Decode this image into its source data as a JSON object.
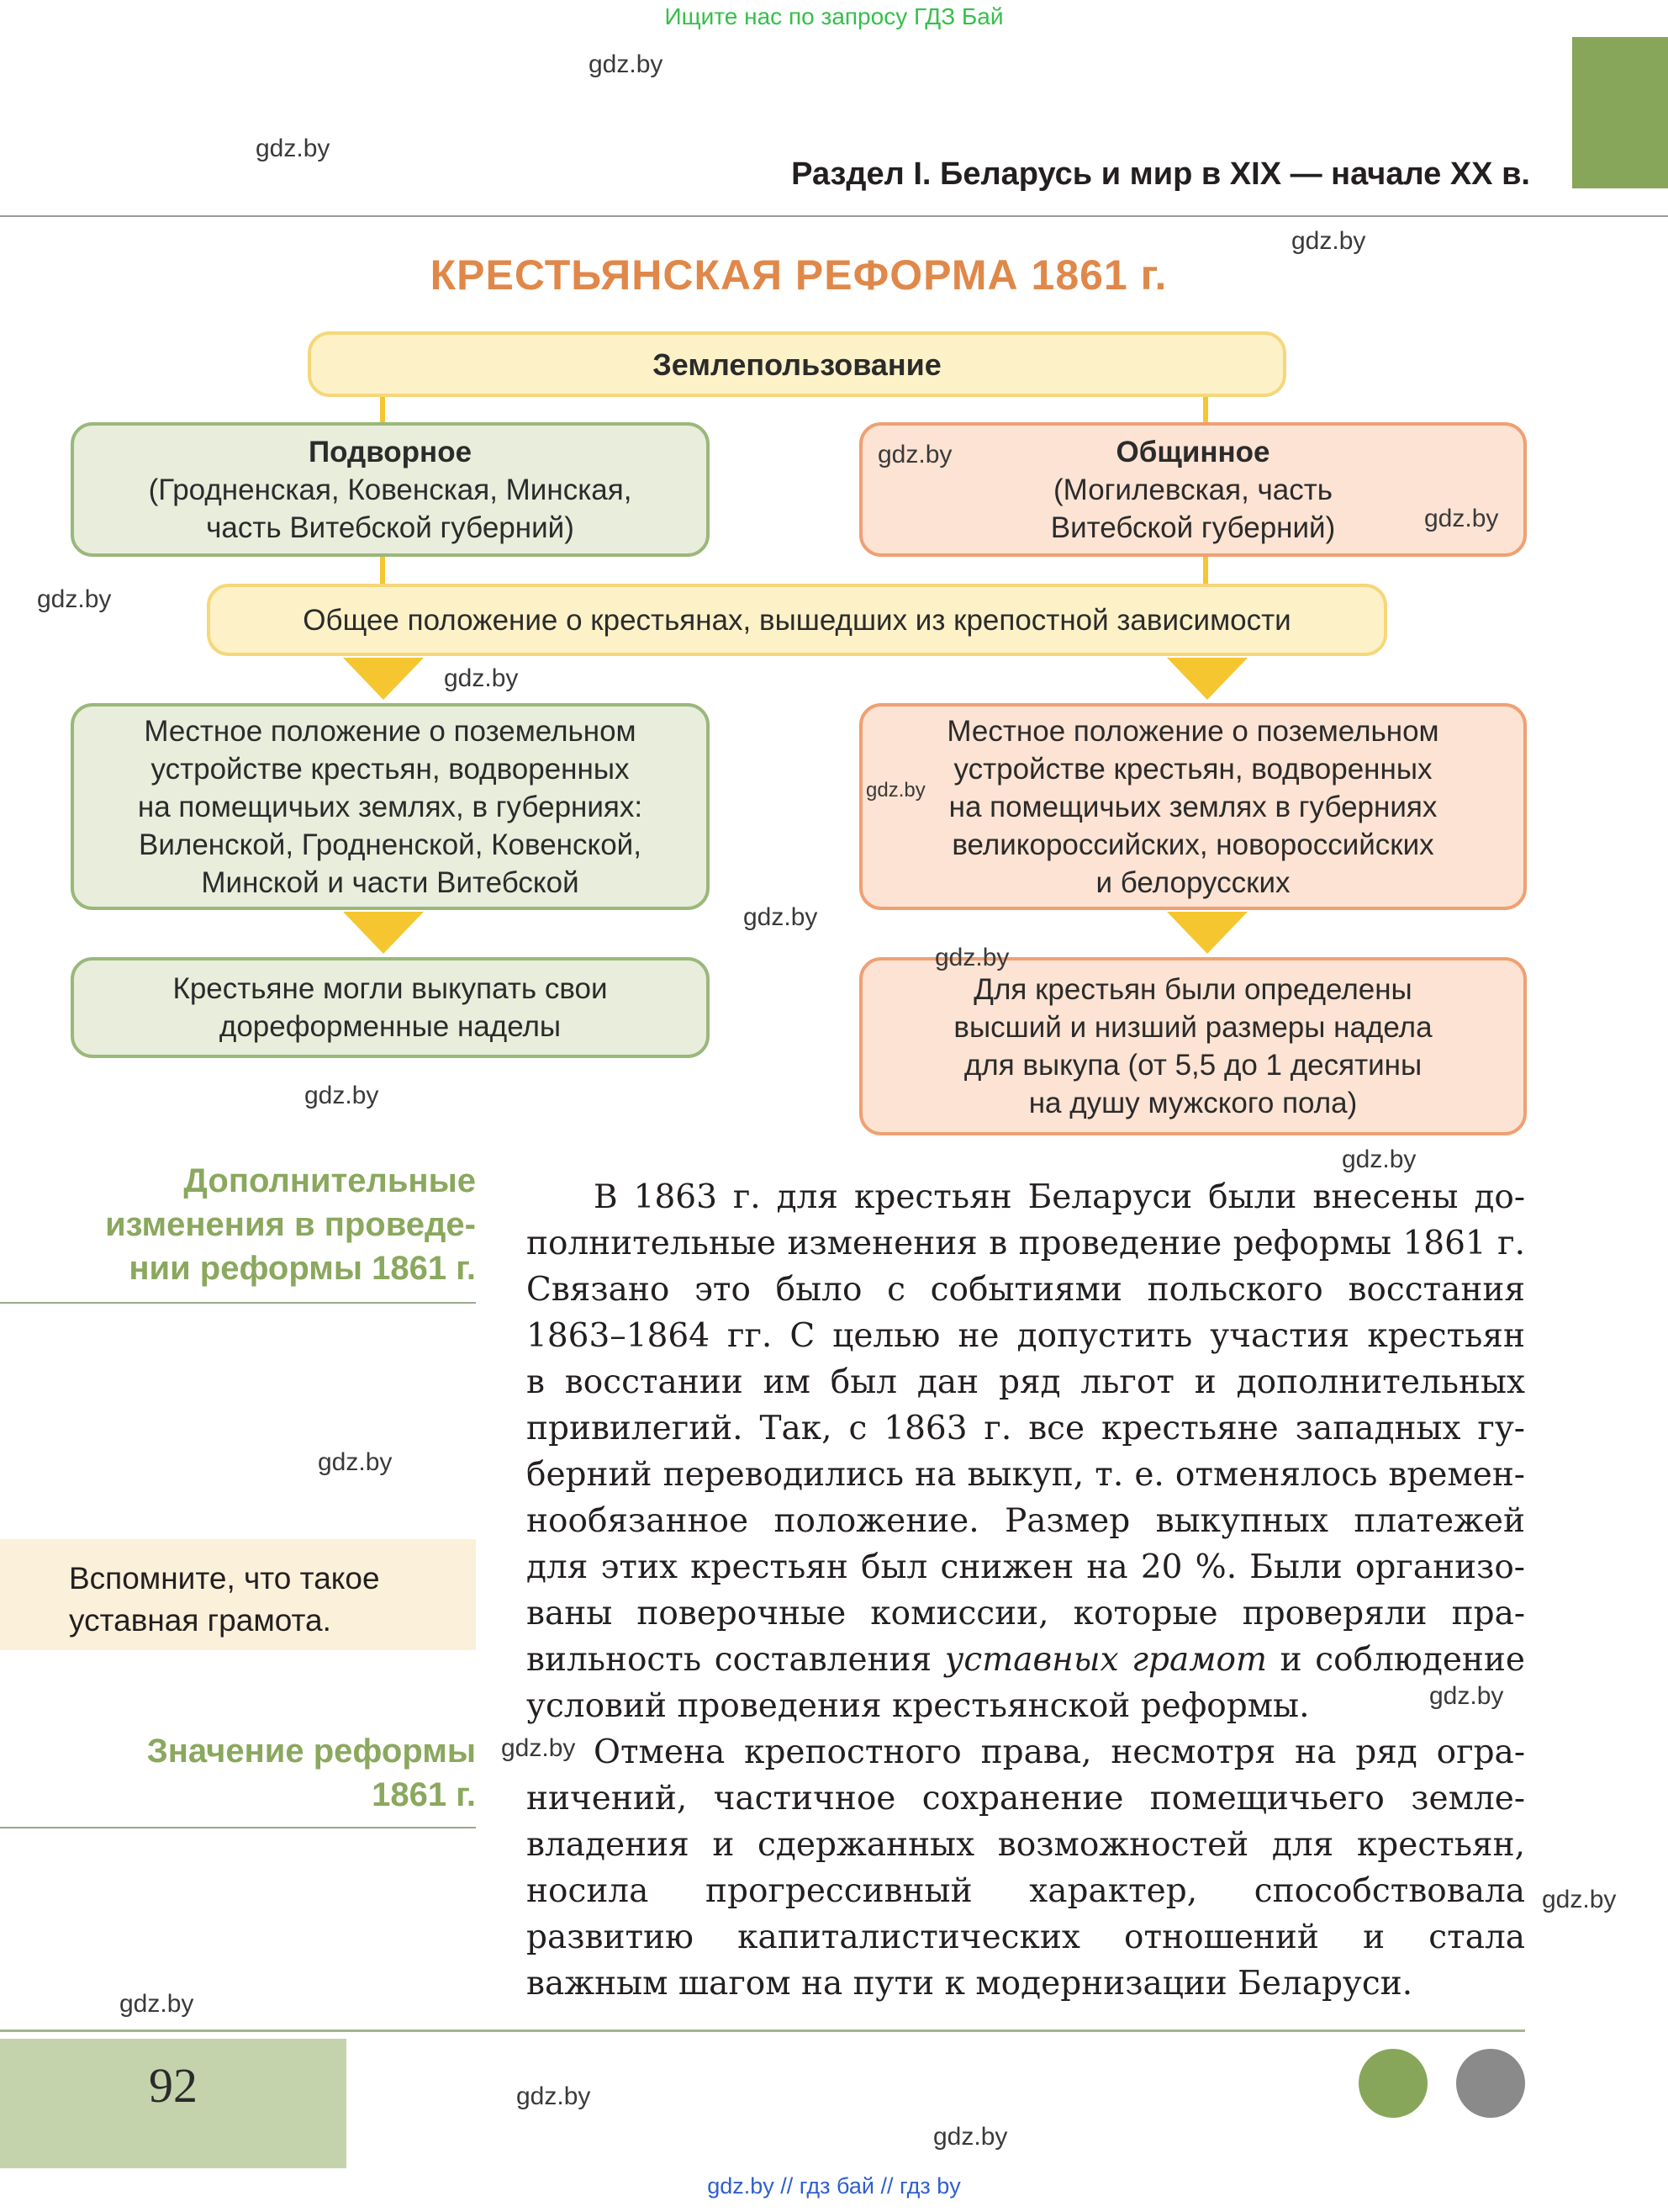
{
  "header": {
    "banner": "Ищите нас по запросу ГДЗ Бай",
    "section_title": "Раздел I. Беларусь и мир в XIX — начале XX в."
  },
  "chart": {
    "title": "КРЕСТЬЯНСКАЯ РЕФОРМА 1861 г.",
    "top_box": "Землепользование",
    "left_head": {
      "title": "Подворное",
      "lines": [
        "(Гродненская, Ковенская, Минская,",
        "часть Витебской губерний)"
      ]
    },
    "right_head": {
      "title": "Общинное",
      "lines": [
        "(Могилевская, часть",
        "Витебской губерний)"
      ]
    },
    "general_box": "Общее положение о крестьянах, вышедших из крепостной зависимости",
    "left_local": [
      "Местное положение о поземельном",
      "устройстве крестьян, водворенных",
      "на помещичьих землях, в губерниях:",
      "Виленской, Гродненской, Ковенской,",
      "Минской и части Витебской"
    ],
    "right_local": [
      "Местное положение о поземельном",
      "устройстве крестьян, водворенных",
      "на помещичьих землях в губерниях",
      "великороссийских, новороссийских",
      "и белорусских"
    ],
    "left_result": [
      "Крестьяне могли выкупать свои",
      "дореформенные наделы"
    ],
    "right_result": [
      "Для крестьян были определены",
      "высший и низший размеры надела",
      "для выкупа (от 5,5 до 1 десятины",
      "на душу мужского пола)"
    ]
  },
  "sidebar": {
    "changes_heading": [
      "Дополнительные",
      "изменения в проведе-",
      "нии реформы 1861 г."
    ],
    "recall": [
      "Вспомните, что такое",
      "уставная грамота."
    ],
    "meaning_heading": [
      "Значение реформы",
      "1861 г."
    ]
  },
  "body": {
    "para1": [
      "В 1863 г. для крестьян Беларуси были внесены до-",
      "полнительные изменения в проведение реформы 1861 г.",
      "Связано это было с событиями польского восстания",
      "1863–1864 гг. С целью не допустить участия крестьян",
      "в восстании им был дан ряд льгот и дополнительных",
      "привилегий. Так, с 1863 г. все крестьяне западных гу-",
      "берний переводились на выкуп, т. е. отменялось времен-",
      "нообязанное положение. Размер выкупных платежей",
      "для этих крестьян был снижен на 20 %. Были организо-",
      "ваны поверочные комиссии, которые проверяли пра-"
    ],
    "para1_line11_before": "вильность составления ",
    "para1_line11_em": "уставных грамот",
    "para1_line11_after": " и соблюдение",
    "para1_last": "условий проведения крестьянской реформы.",
    "para2": [
      "Отмена крепостного права, несмотря на ряд огра-",
      "ничений, частичное сохранение помещичьего земле-",
      "владения и сдержанных возможностей для крестьян,",
      "носила прогрессивный характер, способствовала",
      "развитию капиталистических отношений и стала"
    ],
    "para2_last": "важным шагом на пути к модернизации Беларуси."
  },
  "footer": {
    "page_number": "92",
    "links": "gdz.by  //  гдз бай  //  гдз by"
  },
  "watermark": "gdz.by",
  "colors": {
    "accent_green": "#87a65a",
    "title_orange": "#e0884a",
    "connector_yellow": "#f5c62f",
    "dot_green": "#87a65a",
    "dot_gray": "#8a8a8a"
  }
}
